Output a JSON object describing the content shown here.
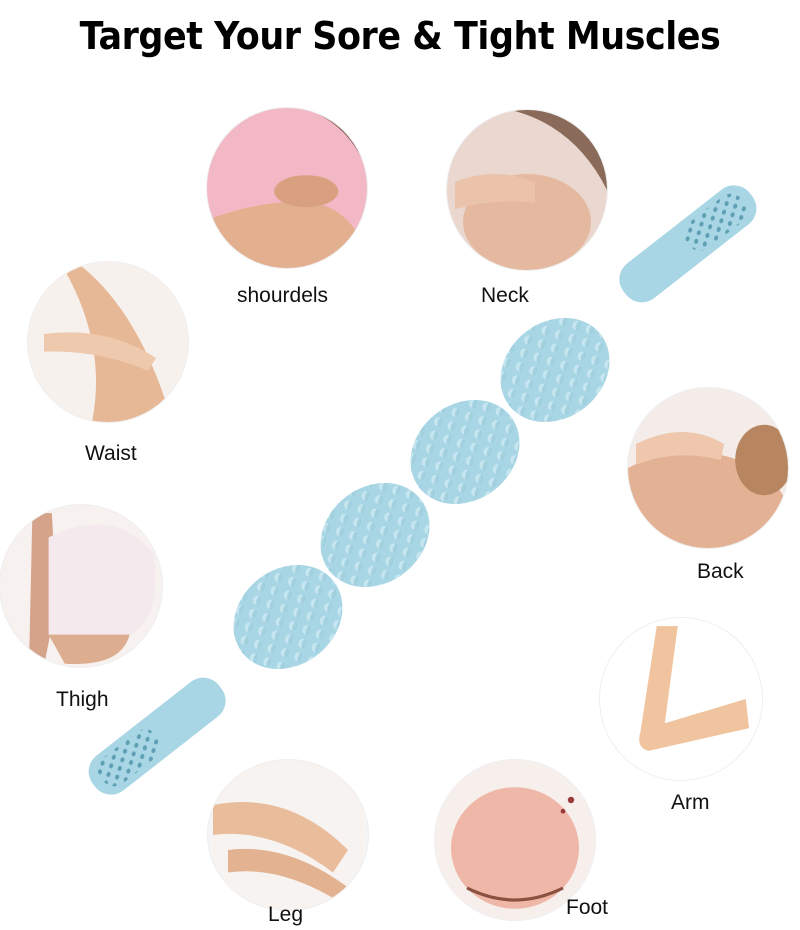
{
  "title": "Target Your Sore & Tight Muscles",
  "colors": {
    "roller": "#a9d6e5",
    "roller_dark": "#7fb9cc",
    "skin": "#e9bfa0",
    "text": "#111111"
  },
  "areas": [
    {
      "id": "shourdels",
      "label": "shourdels"
    },
    {
      "id": "neck",
      "label": "Neck"
    },
    {
      "id": "waist",
      "label": "Waist"
    },
    {
      "id": "back",
      "label": "Back"
    },
    {
      "id": "thigh",
      "label": "Thigh"
    },
    {
      "id": "arm",
      "label": "Arm"
    },
    {
      "id": "leg",
      "label": "Leg"
    },
    {
      "id": "foot",
      "label": "Foot"
    }
  ],
  "product": {
    "name": "massage-roller-stick",
    "balls": 4
  }
}
